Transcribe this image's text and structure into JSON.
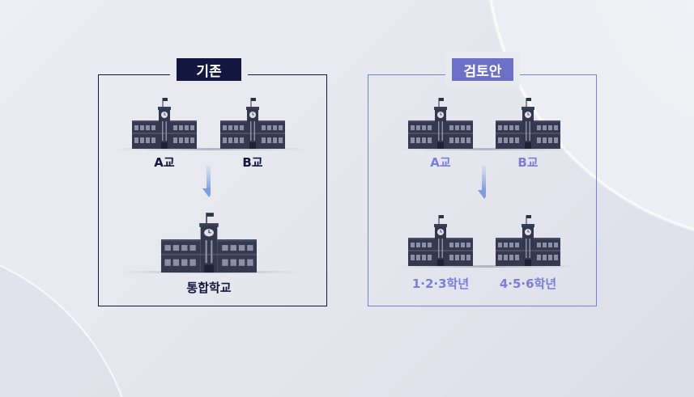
{
  "existing": {
    "title": "기존",
    "school_a": "A교",
    "school_b": "B교",
    "merged": "통합학교"
  },
  "proposal": {
    "title": "검토안",
    "school_a": "A교",
    "school_b": "B교",
    "lower": "1·2·3학년",
    "upper": "4·5·6학년"
  },
  "colors": {
    "existing": "#13173f",
    "proposal": "#6c70c6",
    "proposal_text": "#7a80d4",
    "building": "#2e3246"
  }
}
